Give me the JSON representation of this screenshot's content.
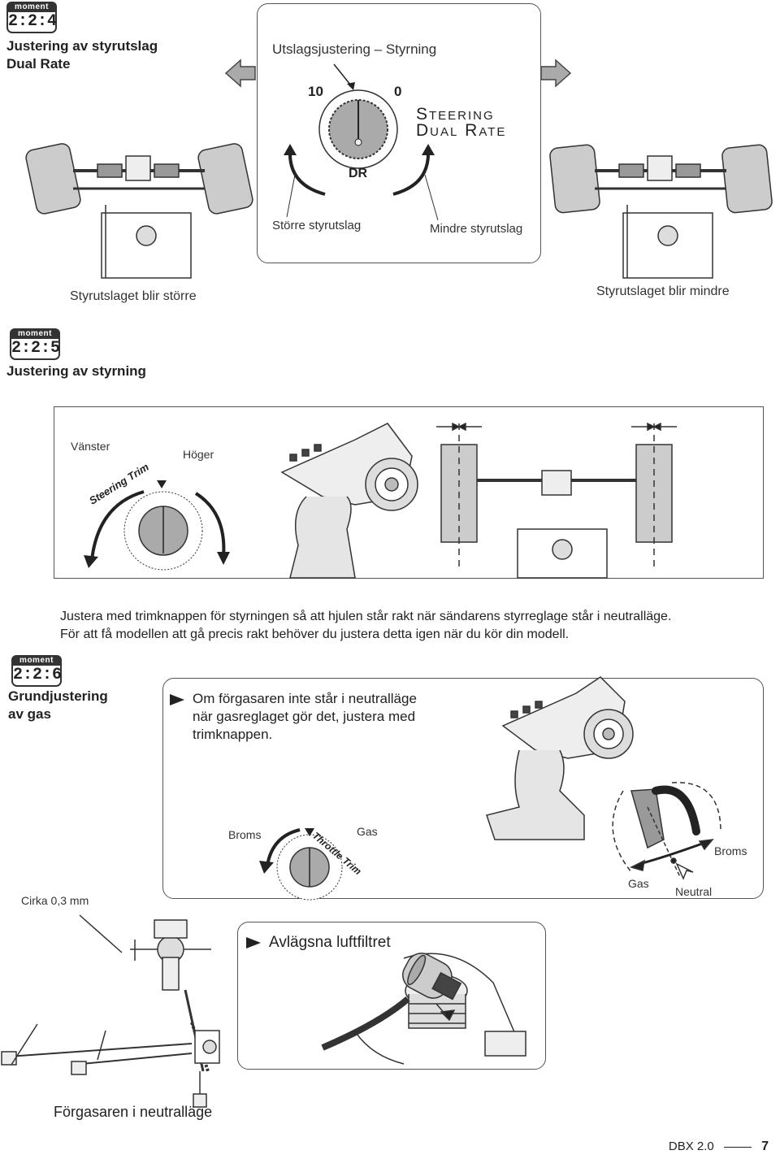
{
  "s224": {
    "badge_top": "moment",
    "badge_num": "2:2:4",
    "title_line1": "Justering av styrutslag",
    "title_line2": "Dual Rate"
  },
  "dr_box": {
    "heading": "Utslagsjustering – Styrning",
    "dial_left": "10",
    "dial_right": "0",
    "dial_name": "DR",
    "logo_line1": "Steering",
    "logo_line2": "Dual Rate",
    "left_caption": "Större styrutslag",
    "right_caption": "Mindre styrutslag"
  },
  "captions": {
    "left_car": "Styrutslaget blir större",
    "right_car": "Styrutslaget blir mindre"
  },
  "s225": {
    "badge_top": "moment",
    "badge_num": "2:2:5",
    "title": "Justering av styrning"
  },
  "trim_box": {
    "left_label": "Vänster",
    "right_label": "Höger",
    "dial_text": "Steering Trim"
  },
  "s225_text": {
    "line1": "Justera med trimknappen för styrningen så att hjulen står rakt när sändarens styrreglage står i neutralläge.",
    "line2": "För att få modellen att gå precis rakt behöver du justera detta igen när du kör din modell."
  },
  "s226": {
    "badge_top": "moment",
    "badge_num": "2:2:6",
    "title_line1": "Grundjustering",
    "title_line2": "av gas"
  },
  "gas_box": {
    "line1": "Om förgasaren inte står i neutralläge",
    "line2": "när gasreglaget gör det, justera med",
    "line3": "trimknappen.",
    "dial_left": "Broms",
    "dial_right": "Gas",
    "dial_text": "Throttle Trim",
    "trigger_broms": "Broms",
    "trigger_gas": "Gas",
    "trigger_neutral": "Neutral"
  },
  "carb": {
    "measure": "Cirka 0,3 mm",
    "bottom_caption": "Förgasaren i neutralläge"
  },
  "filter_box": {
    "title": "Avlägsna luftfiltret"
  },
  "footer": {
    "product": "DBX 2.0",
    "page": "7"
  }
}
